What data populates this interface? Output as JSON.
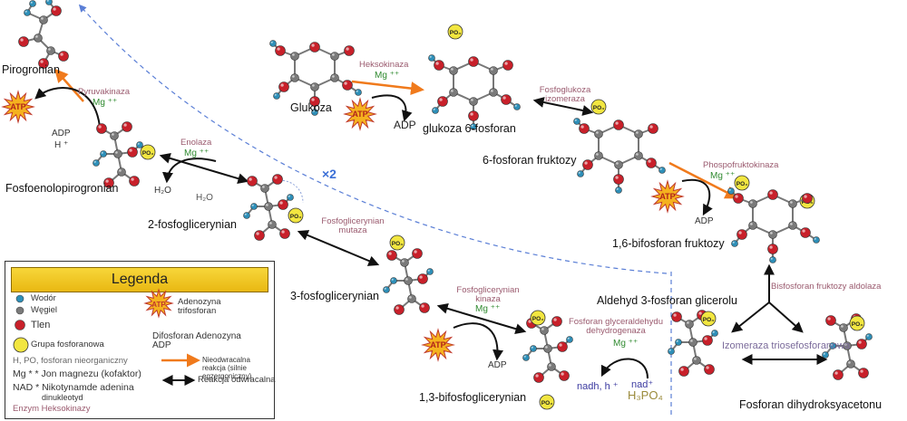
{
  "molecules": {
    "pyruvate": "Pirogronian",
    "pep": "Fosfoenolopirogronian",
    "pg2": "2-fosfoglicerynian",
    "pg3": "3-fosfoglicerynian",
    "bpg13": "1,3-bifosfoglicerynian",
    "glucose": "Glukoza",
    "g6p": "glukoza 6-fosforan",
    "f6p": "6-fosforan fruktozy",
    "f16bp": "1,6-bifosforan fruktozy",
    "g3p": "Aldehyd 3-fosforan glicerolu",
    "dhap": "Fosforan dihydroksyacetonu"
  },
  "enzymes": {
    "pyruvate_kinase": "Pyruvakinaza",
    "enolase": "Enolaza",
    "pg_mutase": "Fosfoglicerynian mutaza",
    "pg_kinase": "Fosfoglicerynian kinaza",
    "g3p_dehydrogenase": "Fosforan glyceraldehydu dehydrogenaza",
    "hexokinase": "Heksokinaza",
    "pg_isomerase": "Fosfoglukoza izomeraza",
    "pfk": "Phospofruktokinaza",
    "aldolase": "Bisfosforan fruktozy aldolaza",
    "tpi": "Izomeraza triosefosforanowa"
  },
  "cofactors": {
    "mg": "Mg ⁺⁺",
    "atp": "ATP",
    "adp": "ADP",
    "h_plus": "H ⁺",
    "water": "H₂O",
    "nadh": "nadh, h ⁺",
    "nad": "nad⁺",
    "pi": "H₃PO₄",
    "times_two": "×2",
    "po4": "PO₄"
  },
  "legend": {
    "title": "Legenda",
    "hydrogen": "Wodór",
    "carbon": "Węgiel",
    "oxygen": "Tlen",
    "phosphate_group": "Grupa fosforanowa",
    "inorganic_phosphate": "H, PO, fosforan nieorganiczny",
    "mg_ion": "Mg * * Jon magnezu (kofaktor)",
    "nad": "NAD * Nikotynamde adenina",
    "nad2": "dinukleotyd",
    "enzyme": "Enzym Heksokinazy",
    "atp": "Adenozyna trifosforan",
    "adp": "Difosforan Adenozyna ADP",
    "irreversible": "Nieodwracalna reakcja (silnie egzergoniczny)",
    "reversible": "Reakcja odwracalna"
  },
  "colors": {
    "oxygen": "#c8202a",
    "carbon": "#7a7a7a",
    "hydrogen": "#2e8fb8",
    "phosphate": "#f2e640",
    "atp_star": "#f5b21f",
    "irreversible_arrow": "#f07a1c",
    "dashed_line": "#5b7fd6",
    "legend_header": "#f0c424"
  }
}
